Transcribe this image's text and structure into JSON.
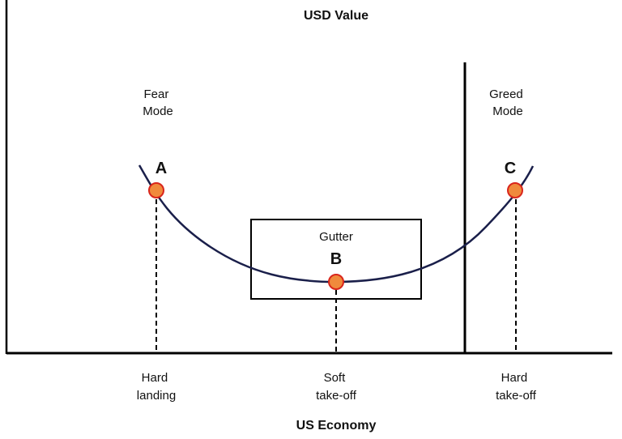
{
  "axes": {
    "y_title": "USD Value",
    "x_title": "US Economy"
  },
  "modes": {
    "fear": [
      "Fear",
      "Mode"
    ],
    "greed": [
      "Greed",
      "Mode"
    ]
  },
  "box_label": "Gutter",
  "points": [
    {
      "letter": "A",
      "caption": [
        "Hard",
        "landing"
      ]
    },
    {
      "letter": "B",
      "caption": [
        "Soft",
        "take-off"
      ]
    },
    {
      "letter": "C",
      "caption": [
        "Hard",
        "take-off"
      ]
    }
  ],
  "colors": {
    "curve": "#1a1f4a",
    "point_fill": "#f08a3c",
    "point_stroke": "#d9261c",
    "line": "#000000"
  }
}
